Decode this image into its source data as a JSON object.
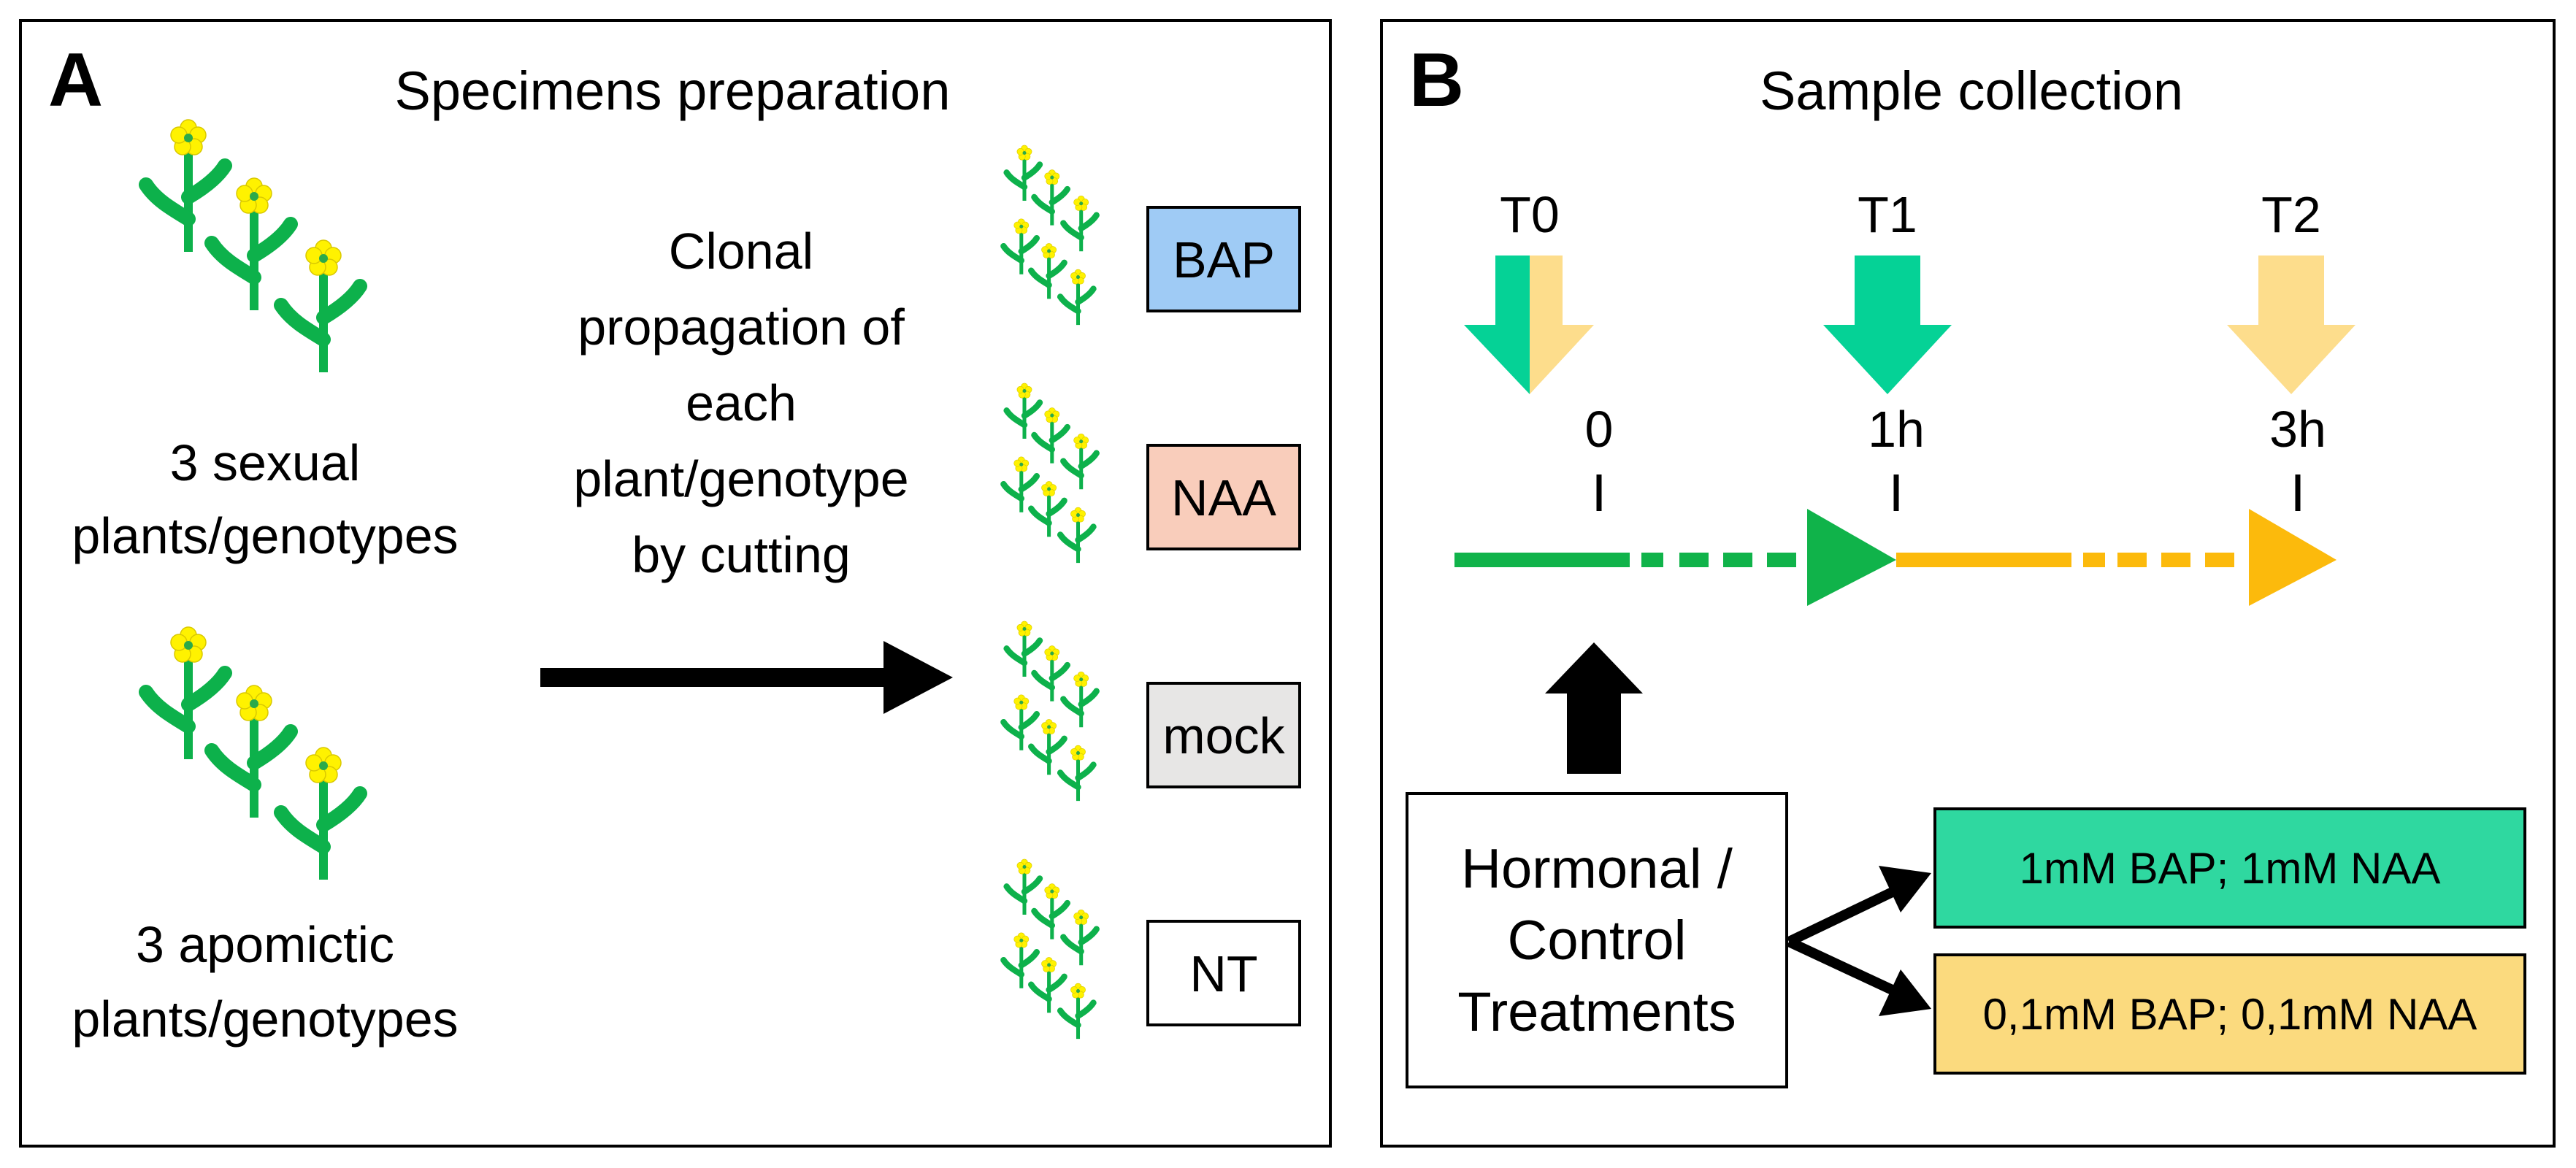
{
  "panel_a": {
    "letter": "A",
    "title": "Specimens preparation",
    "sexual_label": [
      "3 sexual",
      "plants/genotypes"
    ],
    "apomictic_label": [
      "3 apomictic",
      "plants/genotypes"
    ],
    "propagation_text": [
      "Clonal",
      "propagation of",
      "each",
      "plant/genotype",
      "by cutting"
    ],
    "treatments": [
      {
        "label": "BAP",
        "color": "#9FCBF5"
      },
      {
        "label": "NAA",
        "color": "#F9CDBB"
      },
      {
        "label": "mock",
        "color": "#E7E6E5"
      },
      {
        "label": "NT",
        "color": "#FFFFFF"
      }
    ]
  },
  "panel_b": {
    "letter": "B",
    "title": "Sample collection",
    "timepoints": [
      {
        "label": "T0",
        "time": "0"
      },
      {
        "label": "T1",
        "time": "1h"
      },
      {
        "label": "T2",
        "time": "3h"
      }
    ],
    "treatment_box": [
      "Hormonal /",
      "Control",
      "Treatments"
    ],
    "concentrations": [
      {
        "label": "1mM BAP; 1mM NAA",
        "color": "#2FD8A0"
      },
      {
        "label": "0,1mM BAP; 0,1mM NAA",
        "color": "#FBDA7E"
      }
    ]
  },
  "colors": {
    "green_line": "#10B34A",
    "orange_line": "#FCBA0C",
    "teal_arrow": "#05D296",
    "light_orange_arrow": "#FDDD8C",
    "plant_green": "#0DB14B",
    "flower_yellow": "#FFF200"
  }
}
